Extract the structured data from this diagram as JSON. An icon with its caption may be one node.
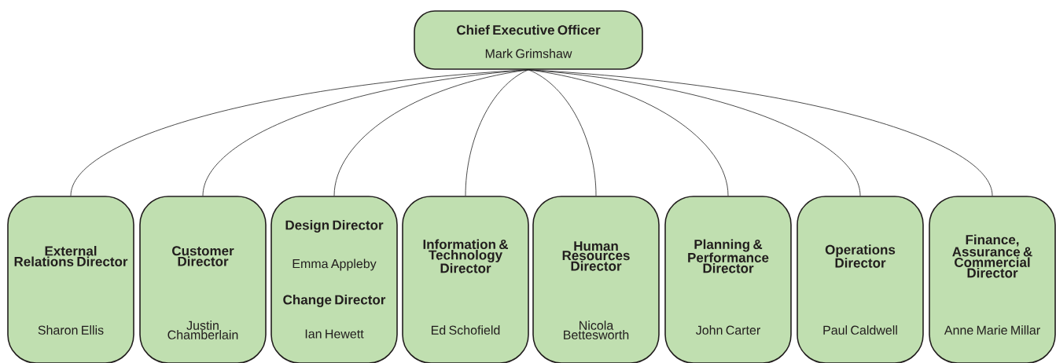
{
  "diagram": {
    "nodes": [
      {
        "text": [
          "Chief Executive Officer",
          "Mark Grimshaw"
        ]
      },
      {
        "text": [
          "External Relations Director",
          "Sharon Ellis"
        ]
      },
      {
        "text": [
          "Customer Director",
          "Justin Chamberlain"
        ]
      },
      {
        "text": [
          "Design Director",
          "Emma Appleby",
          "Change Director",
          "Ian Hewett"
        ]
      },
      {
        "text": [
          "Information & Technology Director",
          "Ed Schofield"
        ]
      },
      {
        "text": [
          "Human Resources Director",
          "Nicola Bettesworth"
        ]
      },
      {
        "text": [
          "Planning & Performance Director",
          "John Carter"
        ]
      },
      {
        "text": [
          "Operations Director",
          "Paul Caldwell"
        ]
      },
      {
        "text": [
          "Finance, Assurance & Commercial Director",
          "Anne Marie Millar"
        ]
      }
    ],
    "edges": [
      {
        "from": 0,
        "to": 1,
        "arrow": "none"
      },
      {
        "from": 0,
        "to": 2,
        "arrow": "none"
      },
      {
        "from": 0,
        "to": 3,
        "arrow": "none"
      },
      {
        "from": 0,
        "to": 4,
        "arrow": "none"
      },
      {
        "from": 0,
        "to": 5,
        "arrow": "none"
      },
      {
        "from": 0,
        "to": 6,
        "arrow": "none"
      },
      {
        "from": 0,
        "to": 7,
        "arrow": "none"
      },
      {
        "from": 0,
        "to": 8,
        "arrow": "none"
      }
    ]
  }
}
